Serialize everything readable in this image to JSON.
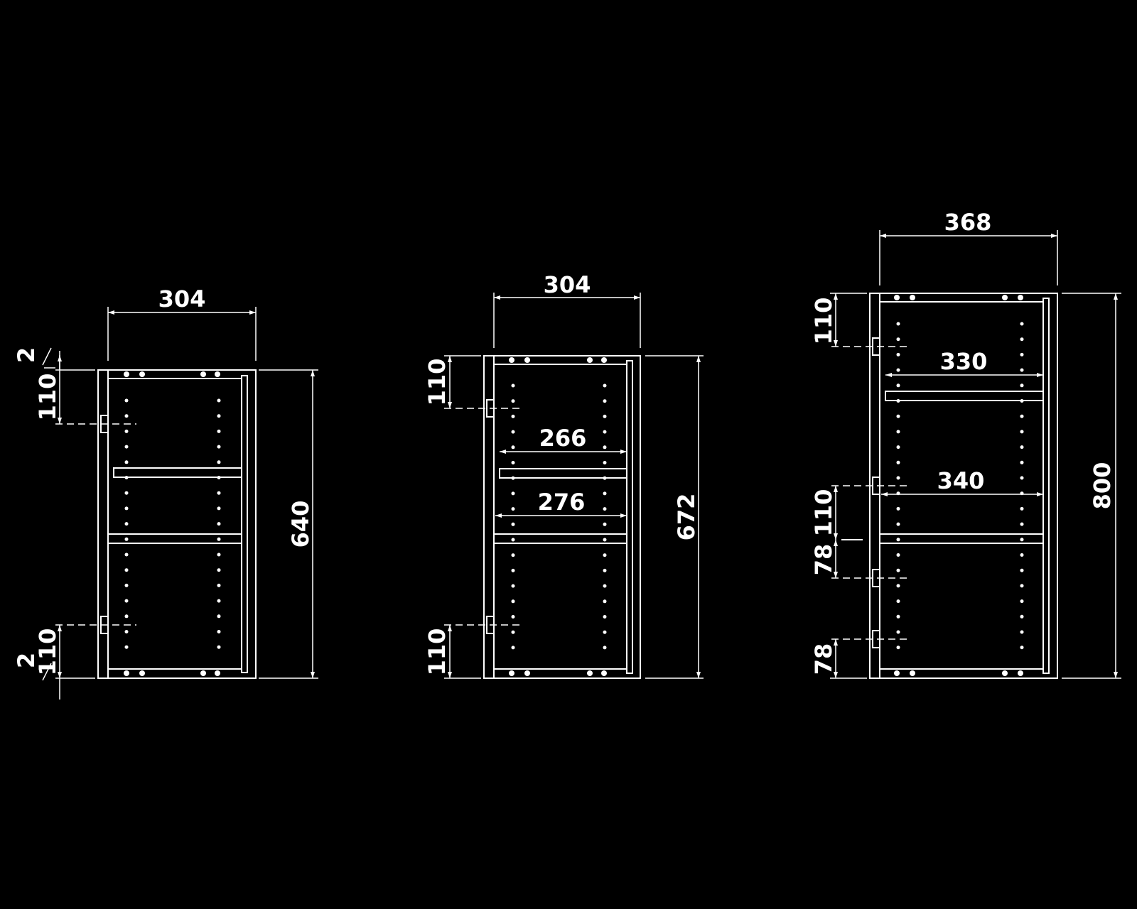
{
  "colors": {
    "background": "#000000",
    "lines": "#ffffff"
  },
  "cabinets": [
    {
      "width_label": "304",
      "height_label": "640",
      "left_dims": {
        "top_gap": "2",
        "top_hinge": "110",
        "bottom_hinge": "110",
        "bottom_gap": "2"
      }
    },
    {
      "width_label": "304",
      "height_label": "672",
      "left_dims": {
        "top_hinge": "110",
        "bottom_hinge": "110"
      },
      "shelf_top_label": "266",
      "shelf_mid_label": "276"
    },
    {
      "width_label": "368",
      "height_label": "800",
      "left_dims": {
        "top_hinge": "110",
        "mid_hinge": "110",
        "mid_gap": "78",
        "bottom_gap": "78"
      },
      "shelf_top_label": "330",
      "shelf_mid_label": "340"
    }
  ]
}
